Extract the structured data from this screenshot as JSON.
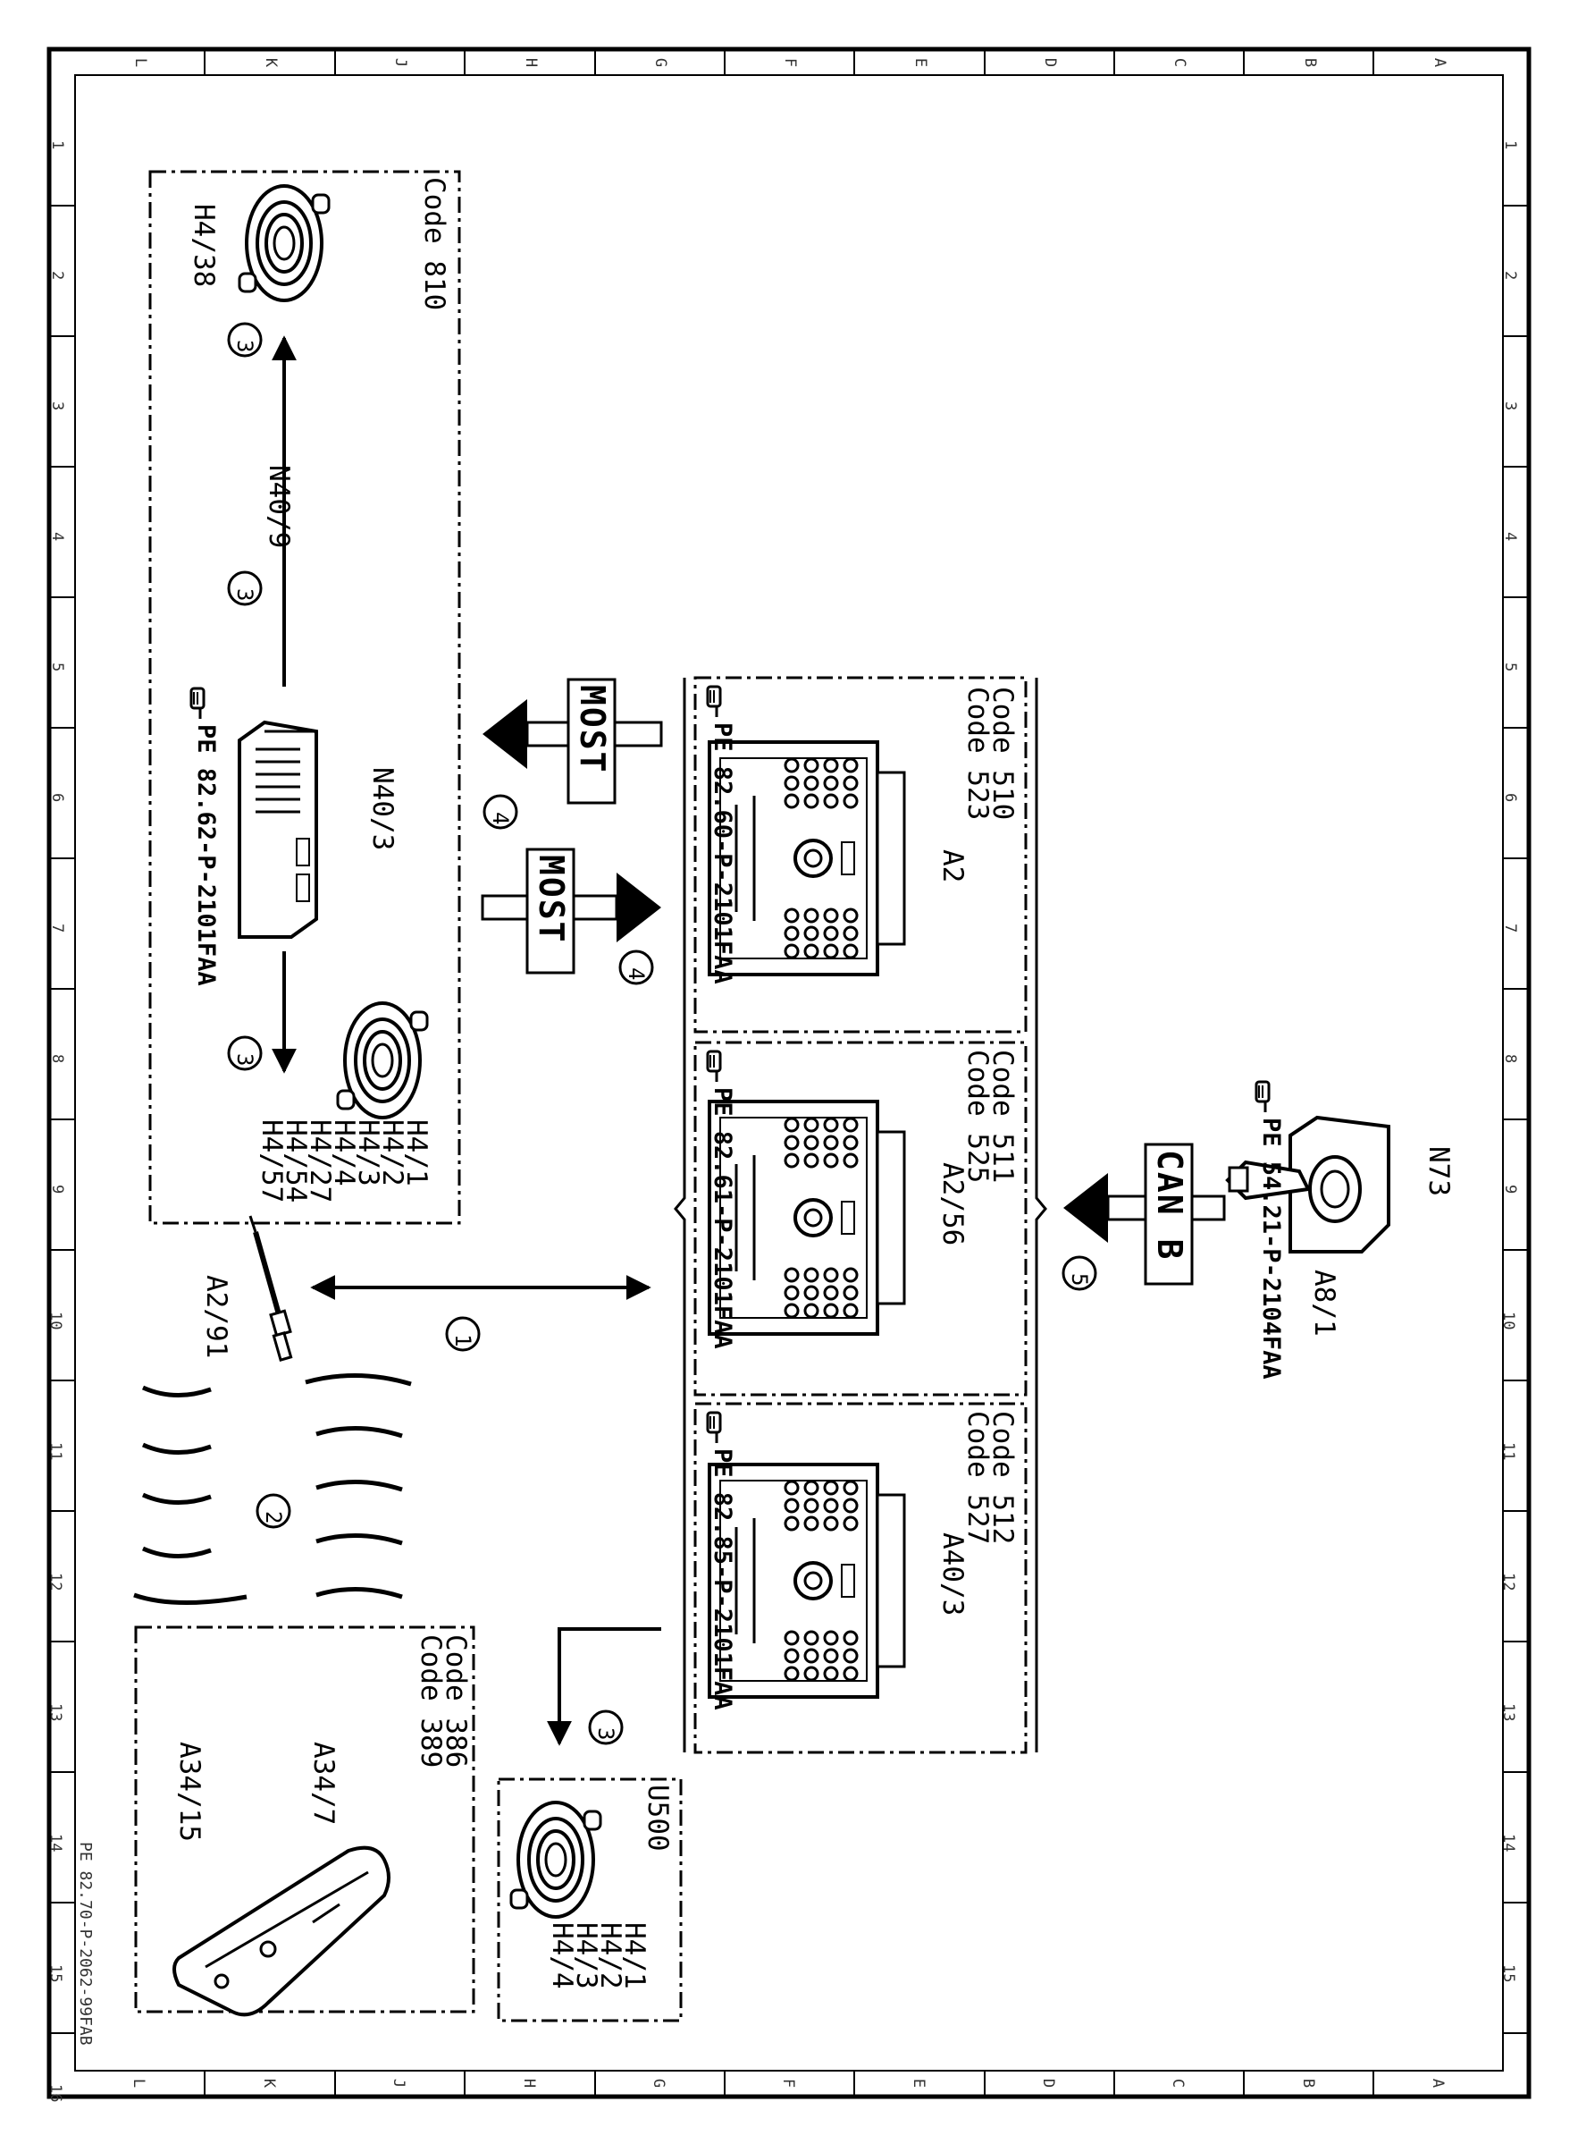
{
  "grid": {
    "letters": [
      "L",
      "K",
      "J",
      "H",
      "G",
      "F",
      "E",
      "D",
      "C",
      "B",
      "A"
    ],
    "numbers": [
      "1",
      "2",
      "3",
      "4",
      "5",
      "6",
      "7",
      "8",
      "9",
      "10",
      "11",
      "12",
      "13",
      "14",
      "15",
      "16"
    ]
  },
  "doc_id": "PE 82.70-P-2062-99FAB",
  "groups": {
    "g810": {
      "code": "Code 810"
    },
    "gradio": {
      "a2": {
        "code1": "Code 510",
        "code2": "Code 523",
        "component": "A2",
        "ref": "PE 82.60-P-2101FAA"
      },
      "a256": {
        "code1": "Code 511",
        "code2": "Code 525",
        "component": "A2/56",
        "ref": "PE 82.61-P-2101FAA"
      },
      "a403": {
        "code1": "Code 512",
        "code2": "Code 527",
        "component": "A40/3",
        "ref": "PE 82.85-P-2101FAA"
      }
    },
    "gkey": {
      "code1": "Code 386",
      "code2": "Code 389",
      "label_a": "A34/7",
      "label_b": "A34/15"
    },
    "gu500": {
      "code": "U500",
      "speakers": [
        "H4/1",
        "H4/2",
        "H4/3",
        "H4/4"
      ]
    }
  },
  "components": {
    "h438": "H4/38",
    "n409": "N40/9",
    "n403": "N40/3",
    "n403_ref": "PE 82.62-P-2101FAA",
    "speaker_group": [
      "H4/1",
      "H4/2",
      "H4/3",
      "H4/4",
      "H4/27",
      "H4/54",
      "H4/57"
    ],
    "n73": "N73",
    "a81": "A8/1",
    "n73_ref": "PE 54.21-P-2104FAA",
    "a291": "A2/91"
  },
  "buses": {
    "most": "MOST",
    "can": "CAN B"
  },
  "callouts": {
    "c1": "1",
    "c2": "2",
    "c3": "3",
    "c4": "4",
    "c5": "5"
  }
}
